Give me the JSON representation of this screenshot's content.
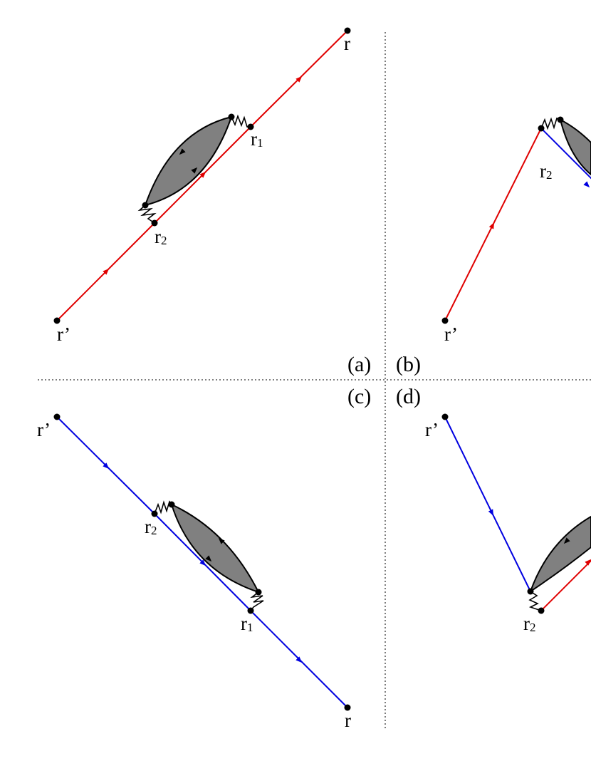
{
  "panels": [
    {
      "id": "a",
      "label": "(a)"
    },
    {
      "id": "b",
      "label": "(b)"
    },
    {
      "id": "c",
      "label": "(c)"
    },
    {
      "id": "d",
      "label": "(d)"
    }
  ],
  "point_labels": {
    "r": "r",
    "r_prime": "r’",
    "r1_base": "r",
    "r1_sub": "1",
    "r2_base": "r",
    "r2_sub": "2"
  },
  "colors": {
    "red_line": "#e00000",
    "blue_line": "#0000e0",
    "bubble_fill": "#808080",
    "outline": "#000000",
    "divider": "#555555"
  }
}
